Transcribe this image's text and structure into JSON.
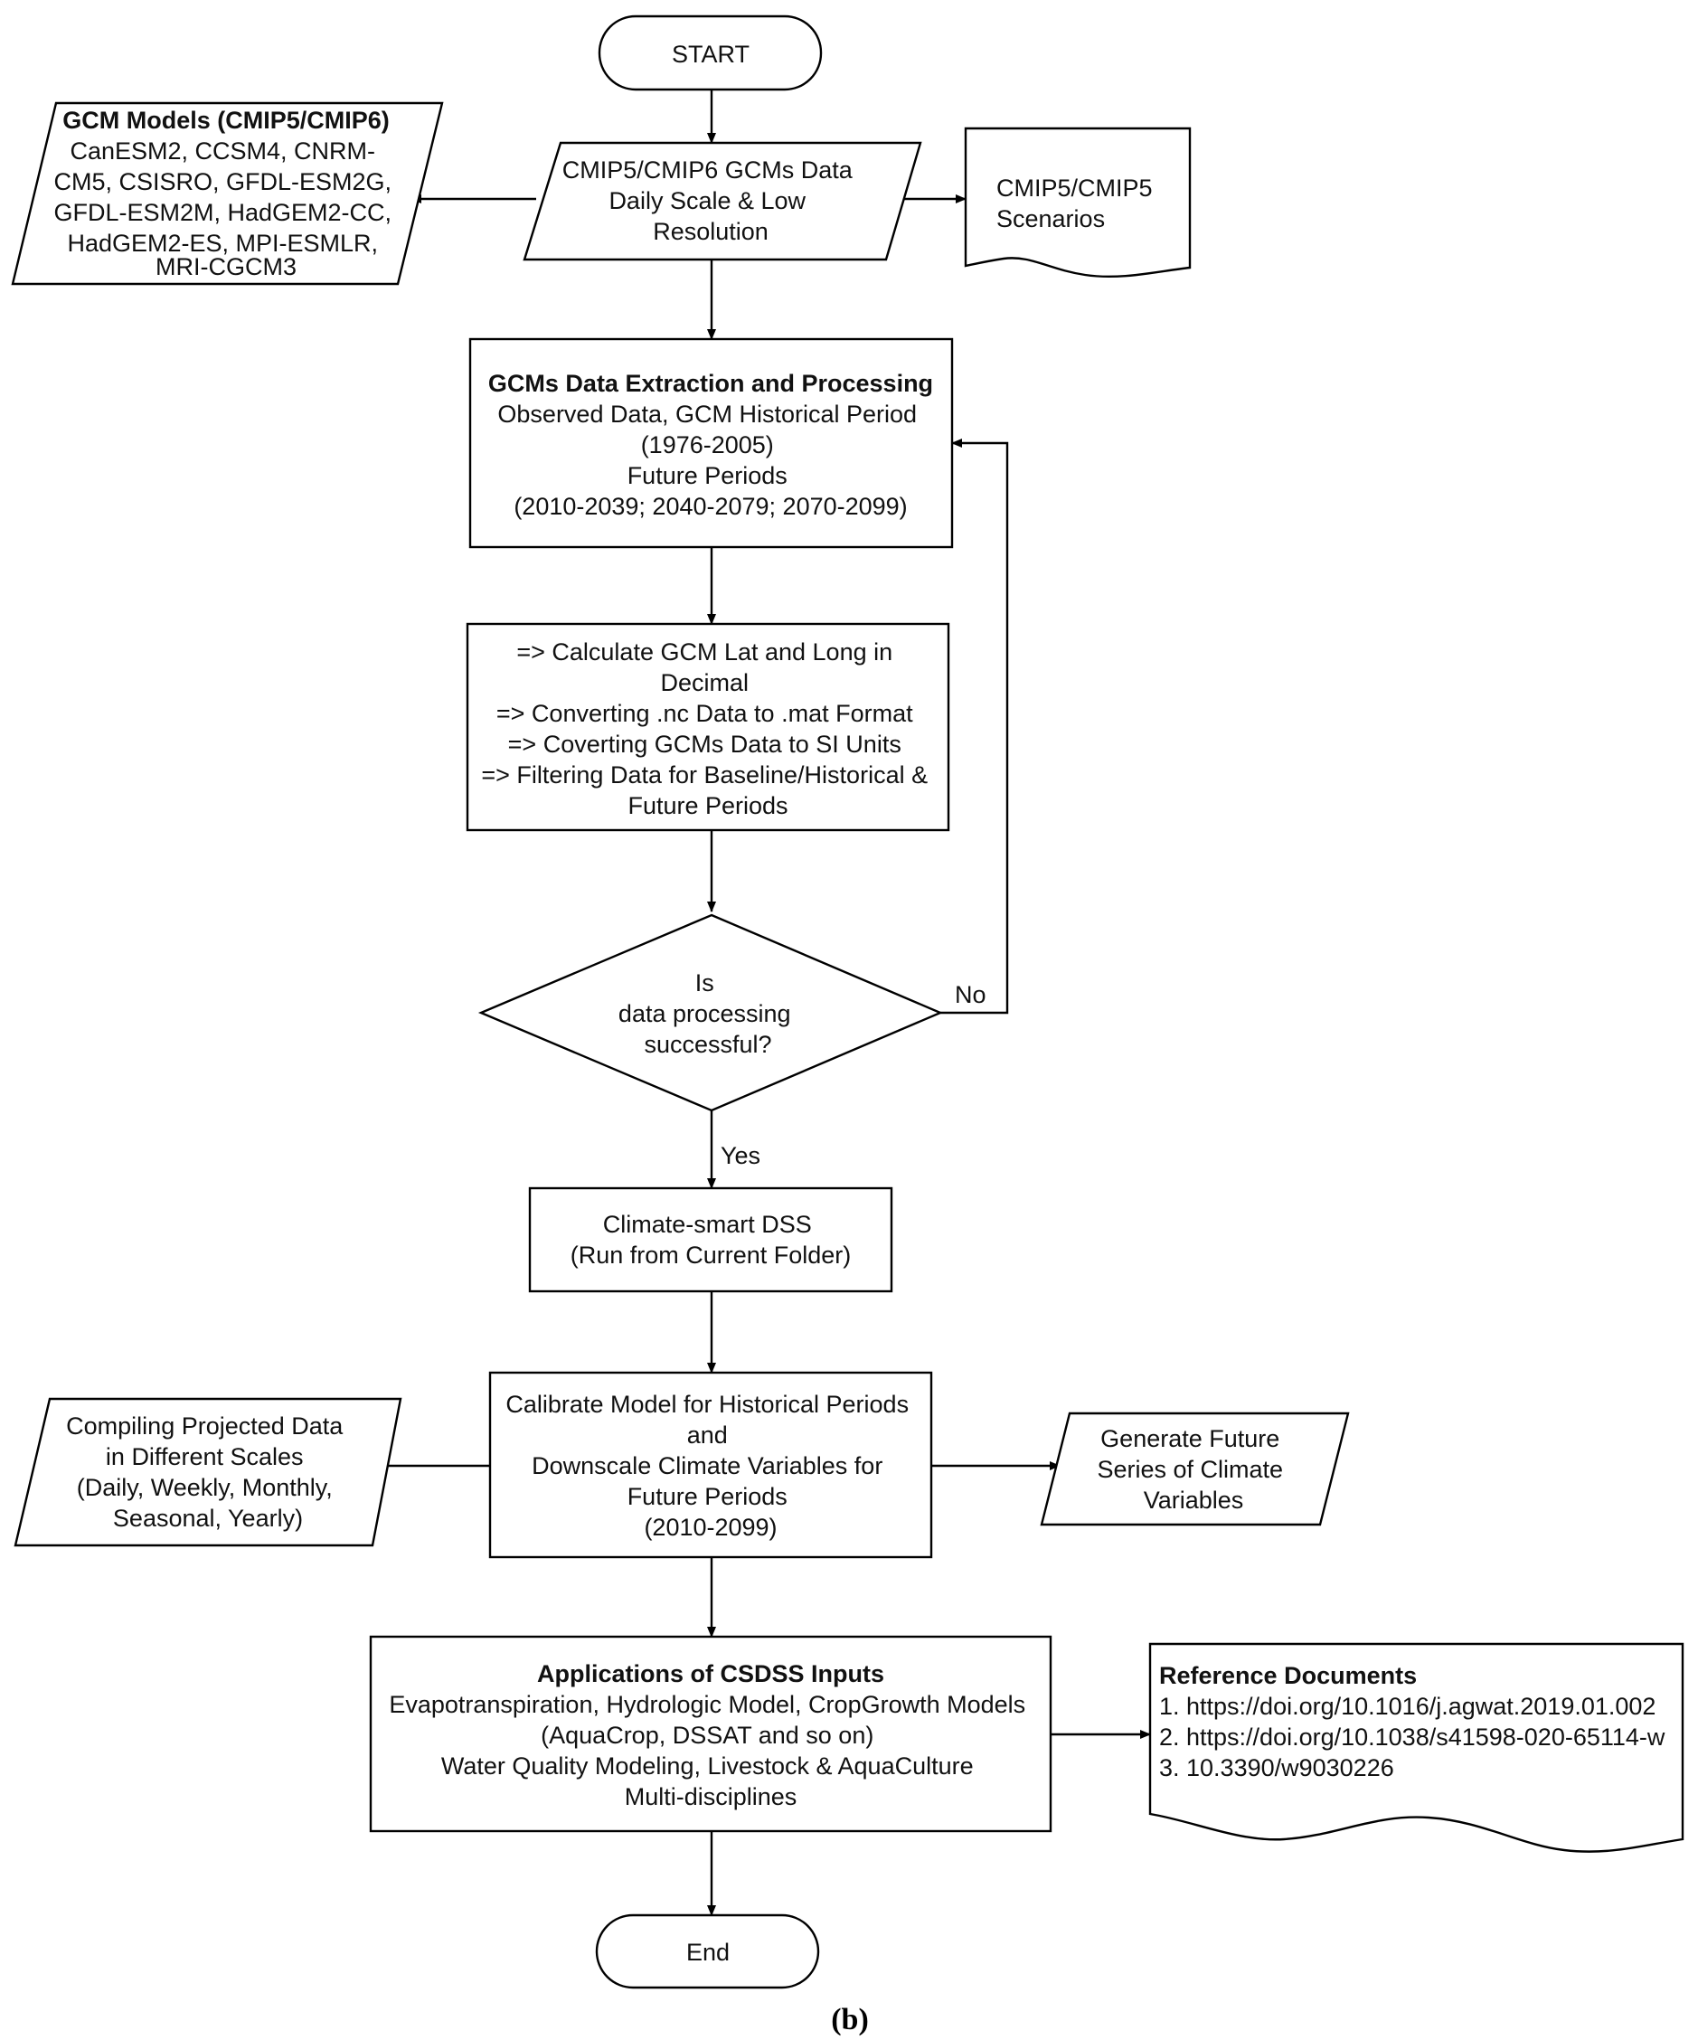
{
  "nodes": {
    "start": {
      "label": "START"
    },
    "gcm_data": {
      "lines": [
        "CMIP5/CMIP6 GCMs Data",
        "Daily Scale & Low",
        "Resolution"
      ]
    },
    "gcm_models": {
      "title": "GCM Models (CMIP5/CMIP6)",
      "lines": [
        "CanESM2, CCSM4, CNRM-",
        "CM5, CSISRO, GFDL-ESM2G,",
        "GFDL-ESM2M, HadGEM2-CC,",
        "HadGEM2-ES, MPI-ESMLR,",
        "MRI-CGCM3"
      ]
    },
    "scenarios": {
      "lines": [
        "CMIP5/CMIP5",
        "Scenarios"
      ]
    },
    "extraction": {
      "title": "GCMs Data Extraction and Processing",
      "lines": [
        "Observed Data, GCM Historical Period",
        "(1976-2005)",
        "Future Periods",
        "(2010-2039; 2040-2079; 2070-2099)"
      ]
    },
    "steps": {
      "lines": [
        "=> Calculate GCM Lat and Long in",
        "Decimal",
        "=> Converting .nc Data to .mat Format",
        "=> Coverting GCMs Data to SI Units",
        "=> Filtering Data for Baseline/Historical &",
        "Future Periods"
      ]
    },
    "decision": {
      "lines": [
        "Is",
        "data processing",
        "successful?"
      ]
    },
    "dss": {
      "lines": [
        "Climate-smart DSS",
        "(Run from Current Folder)"
      ]
    },
    "calibrate": {
      "lines": [
        "Calibrate Model for Historical Periods",
        "and",
        "Downscale Climate Variables for",
        "Future Periods",
        "(2010-2099)"
      ]
    },
    "compiling": {
      "lines": [
        "Compiling Projected Data",
        "in Different Scales",
        "(Daily, Weekly, Monthly,",
        "Seasonal, Yearly)"
      ]
    },
    "generate": {
      "lines": [
        "Generate Future",
        "Series of Climate",
        "Variables"
      ]
    },
    "applications": {
      "title": "Applications of CSDSS Inputs",
      "lines": [
        "Evapotranspiration, Hydrologic Model, CropGrowth Models",
        "(AquaCrop, DSSAT and so on)",
        "Water Quality Modeling, Livestock & AquaCulture",
        "Multi-disciplines"
      ]
    },
    "references": {
      "title": "Reference Documents",
      "lines": [
        "1. https://doi.org/10.1016/j.agwat.2019.01.002",
        "2. https://doi.org/10.1038/s41598-020-65114-w",
        "3. 10.3390/w9030226"
      ]
    },
    "end": {
      "label": "End"
    }
  },
  "edge_labels": {
    "no": "No",
    "yes": "Yes"
  },
  "caption": "(b)"
}
